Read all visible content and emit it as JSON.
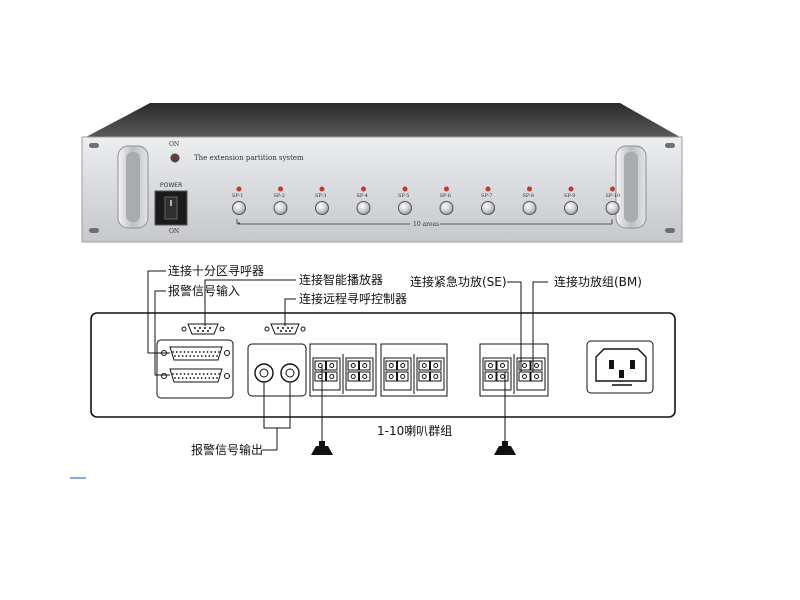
{
  "front_panel": {
    "on_label_top": "ON",
    "power_label": "POWER",
    "on_label_bottom": "ON",
    "system_title": "The extension partition system",
    "zones": [
      "SP-1",
      "SP-2",
      "SP-3",
      "SP-4",
      "SP-5",
      "SP-6",
      "SP-7",
      "SP-8",
      "SP-9",
      "SP-10"
    ],
    "zones_caption": "10 areas"
  },
  "labels": {
    "pager_10": "连接十分区寻呼器",
    "alarm_in": "报警信号输入",
    "smart_player": "连接智能播放器",
    "remote_pager": "连接远程寻呼控制器",
    "emergency_amp": "连接紧急功放(SE)",
    "amp_group": "连接功放组(BM)",
    "alarm_out": "报警信号输出",
    "speaker_groups": "1-10喇叭群组"
  },
  "colors": {
    "chassis": "#d9dbde",
    "led": "#c0392b",
    "line": "#111111"
  }
}
